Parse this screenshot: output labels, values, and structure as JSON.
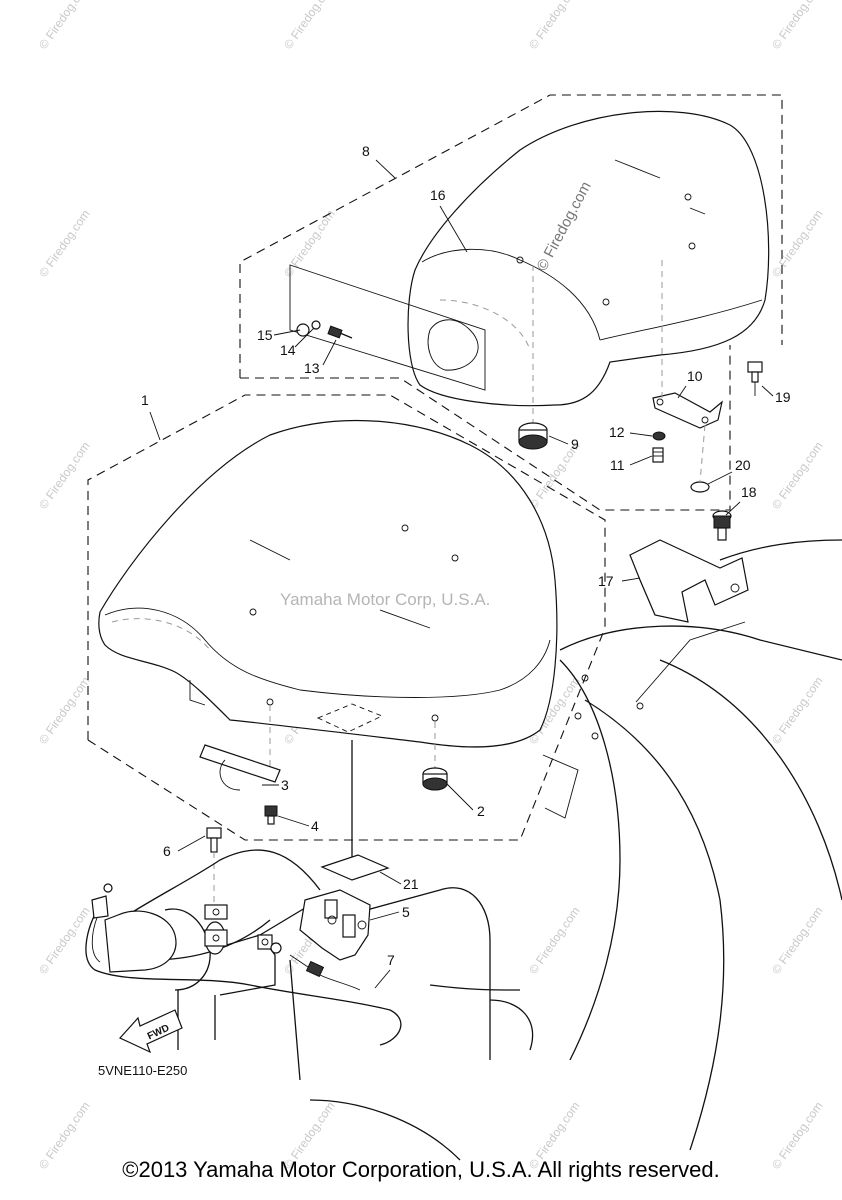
{
  "watermark": {
    "text": "© Firedog.com",
    "center_text": "Yamaha Motor Corp, U.S.A.",
    "seat_text": "© Firedog.com"
  },
  "callouts": [
    "1",
    "2",
    "3",
    "4",
    "5",
    "6",
    "7",
    "8",
    "9",
    "10",
    "11",
    "12",
    "13",
    "14",
    "15",
    "16",
    "17",
    "18",
    "19",
    "20",
    "21"
  ],
  "diagram_code": "5VNE110-E250",
  "fwd_label": "FWD",
  "copyright": "©2013 Yamaha Motor Corporation, U.S.A. All rights reserved."
}
